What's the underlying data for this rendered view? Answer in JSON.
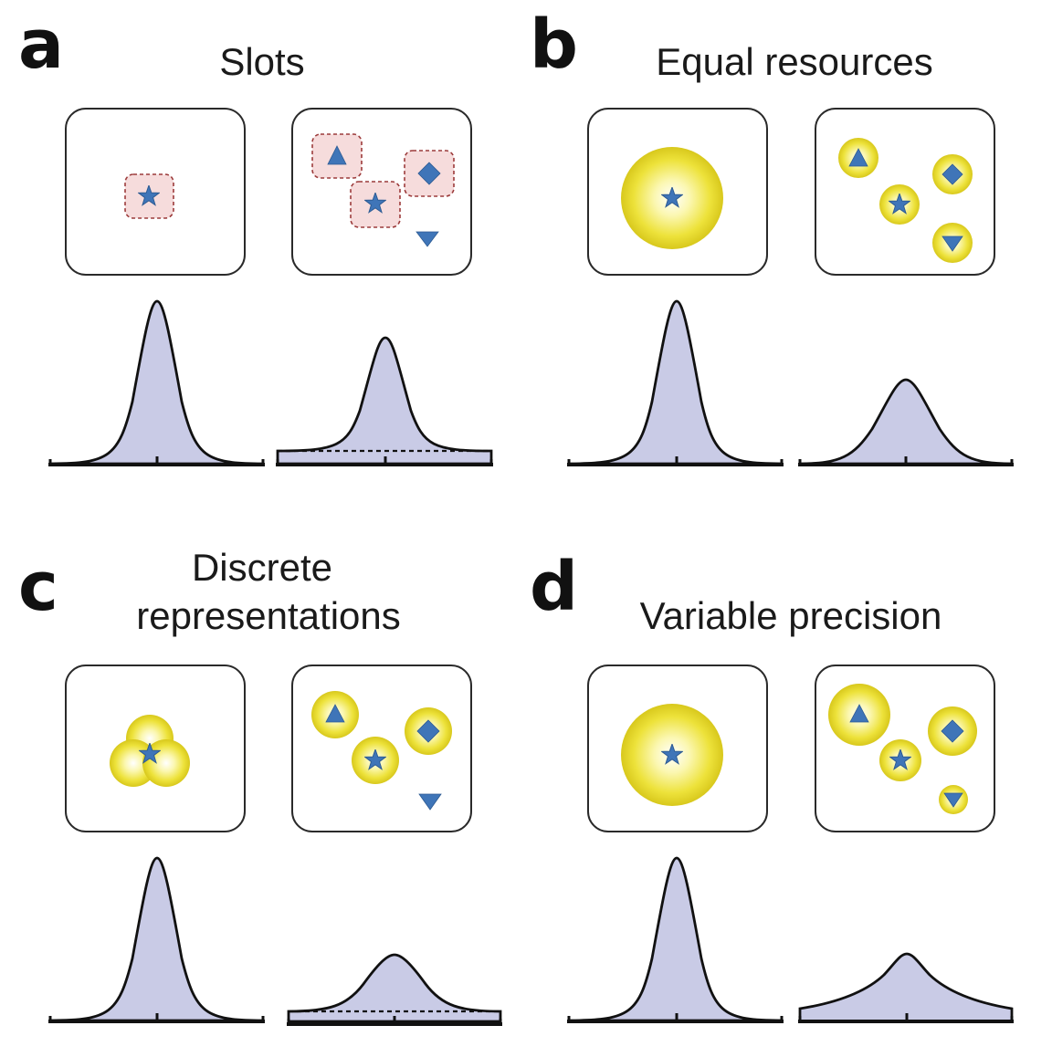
{
  "panels": {
    "a": {
      "letter": "a",
      "title": "Slots"
    },
    "b": {
      "letter": "b",
      "title": "Equal resources"
    },
    "c": {
      "letter": "c",
      "title_line1": "Discrete",
      "title_line2": "representations"
    },
    "d": {
      "letter": "d",
      "title": "Variable precision"
    }
  },
  "colors": {
    "curve_fill": "#c9cbe6",
    "shape_fill": "#3f75b8",
    "slot_fill": "#f6dcdc",
    "resource_yellow": "#e6d825",
    "guess_band": "#bfe8cf"
  },
  "icons": [
    "star-icon",
    "triangle-up-icon",
    "diamond-icon",
    "triangle-down-icon"
  ]
}
